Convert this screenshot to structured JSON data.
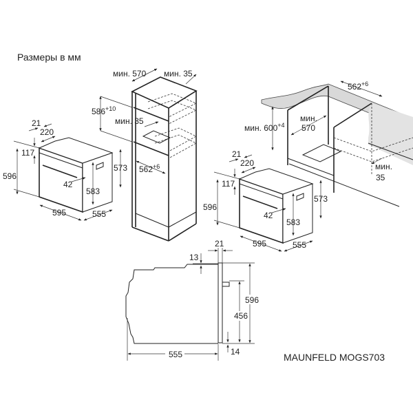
{
  "title": "Размеры в мм",
  "model": "MAUNFELD MOGS703",
  "oven": {
    "depth_front": "21",
    "depth_top": "220",
    "panel_height": "117",
    "height": "596",
    "handle_offset": "42",
    "inner_height": "583",
    "body_height": "573",
    "width": "595",
    "depth": "555"
  },
  "tall_cabinet": {
    "min_depth": "мин. 570",
    "min_gap": "мин. 35",
    "niche_height": "586",
    "niche_height_tol": "+10",
    "vent_gap": "мин. 35",
    "niche_width": "562",
    "niche_width_tol": "+6"
  },
  "under_counter": {
    "niche_width": "562",
    "niche_width_tol": "+6",
    "min_height_label": "мин. 600",
    "min_height_tol": "+4",
    "min_depth_label": "мин.",
    "min_depth": "570",
    "min_gap_label": "мин.",
    "min_gap": "35"
  },
  "side_view": {
    "front_thickness": "21",
    "top_step": "13",
    "height": "596",
    "handle_height": "456",
    "bottom_offset": "14",
    "depth": "555"
  }
}
